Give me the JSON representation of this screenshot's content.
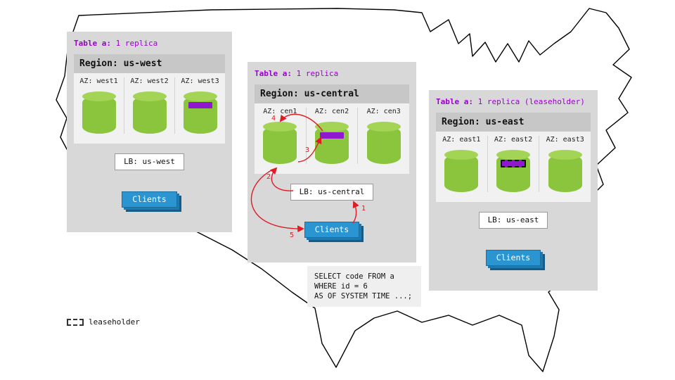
{
  "colors": {
    "accent_purple": "#9900cc",
    "replica_purple": "#8f17cf",
    "db_green": "#8ac53d",
    "db_green_light": "#a3d455",
    "clients_blue": "#2a95d0",
    "arrow_red": "#e01b24",
    "panel_gray": "#d8d8d8",
    "header_gray": "#c7c7c7"
  },
  "legend": {
    "label": "leaseholder"
  },
  "sql_box": {
    "query": "SELECT code FROM a\nWHERE id = 6\nAS OF SYSTEM TIME ...;"
  },
  "arrow_labels": [
    "1",
    "2",
    "3",
    "4",
    "5"
  ],
  "regions": [
    {
      "id": "us-west",
      "table_prefix": "Table a:",
      "table_suffix": " 1 replica",
      "region_label": "Region: us-west",
      "lb_label": "LB: us-west",
      "clients_label": "Clients",
      "azs": [
        {
          "label": "AZ: west1",
          "replica": false,
          "leaseholder": false
        },
        {
          "label": "AZ: west2",
          "replica": false,
          "leaseholder": false
        },
        {
          "label": "AZ: west3",
          "replica": true,
          "leaseholder": false
        }
      ]
    },
    {
      "id": "us-central",
      "table_prefix": "Table a:",
      "table_suffix": " 1 replica",
      "region_label": "Region: us-central",
      "lb_label": "LB: us-central",
      "clients_label": "Clients",
      "azs": [
        {
          "label": "AZ: cen1",
          "replica": false,
          "leaseholder": false
        },
        {
          "label": "AZ: cen2",
          "replica": true,
          "leaseholder": false
        },
        {
          "label": "AZ: cen3",
          "replica": false,
          "leaseholder": false
        }
      ]
    },
    {
      "id": "us-east",
      "table_prefix": "Table a:",
      "table_suffix": " 1 replica (leaseholder)",
      "region_label": "Region: us-east",
      "lb_label": "LB: us-east",
      "clients_label": "Clients",
      "azs": [
        {
          "label": "AZ: east1",
          "replica": false,
          "leaseholder": false
        },
        {
          "label": "AZ: east2",
          "replica": true,
          "leaseholder": true
        },
        {
          "label": "AZ: east3",
          "replica": false,
          "leaseholder": false
        }
      ]
    }
  ]
}
